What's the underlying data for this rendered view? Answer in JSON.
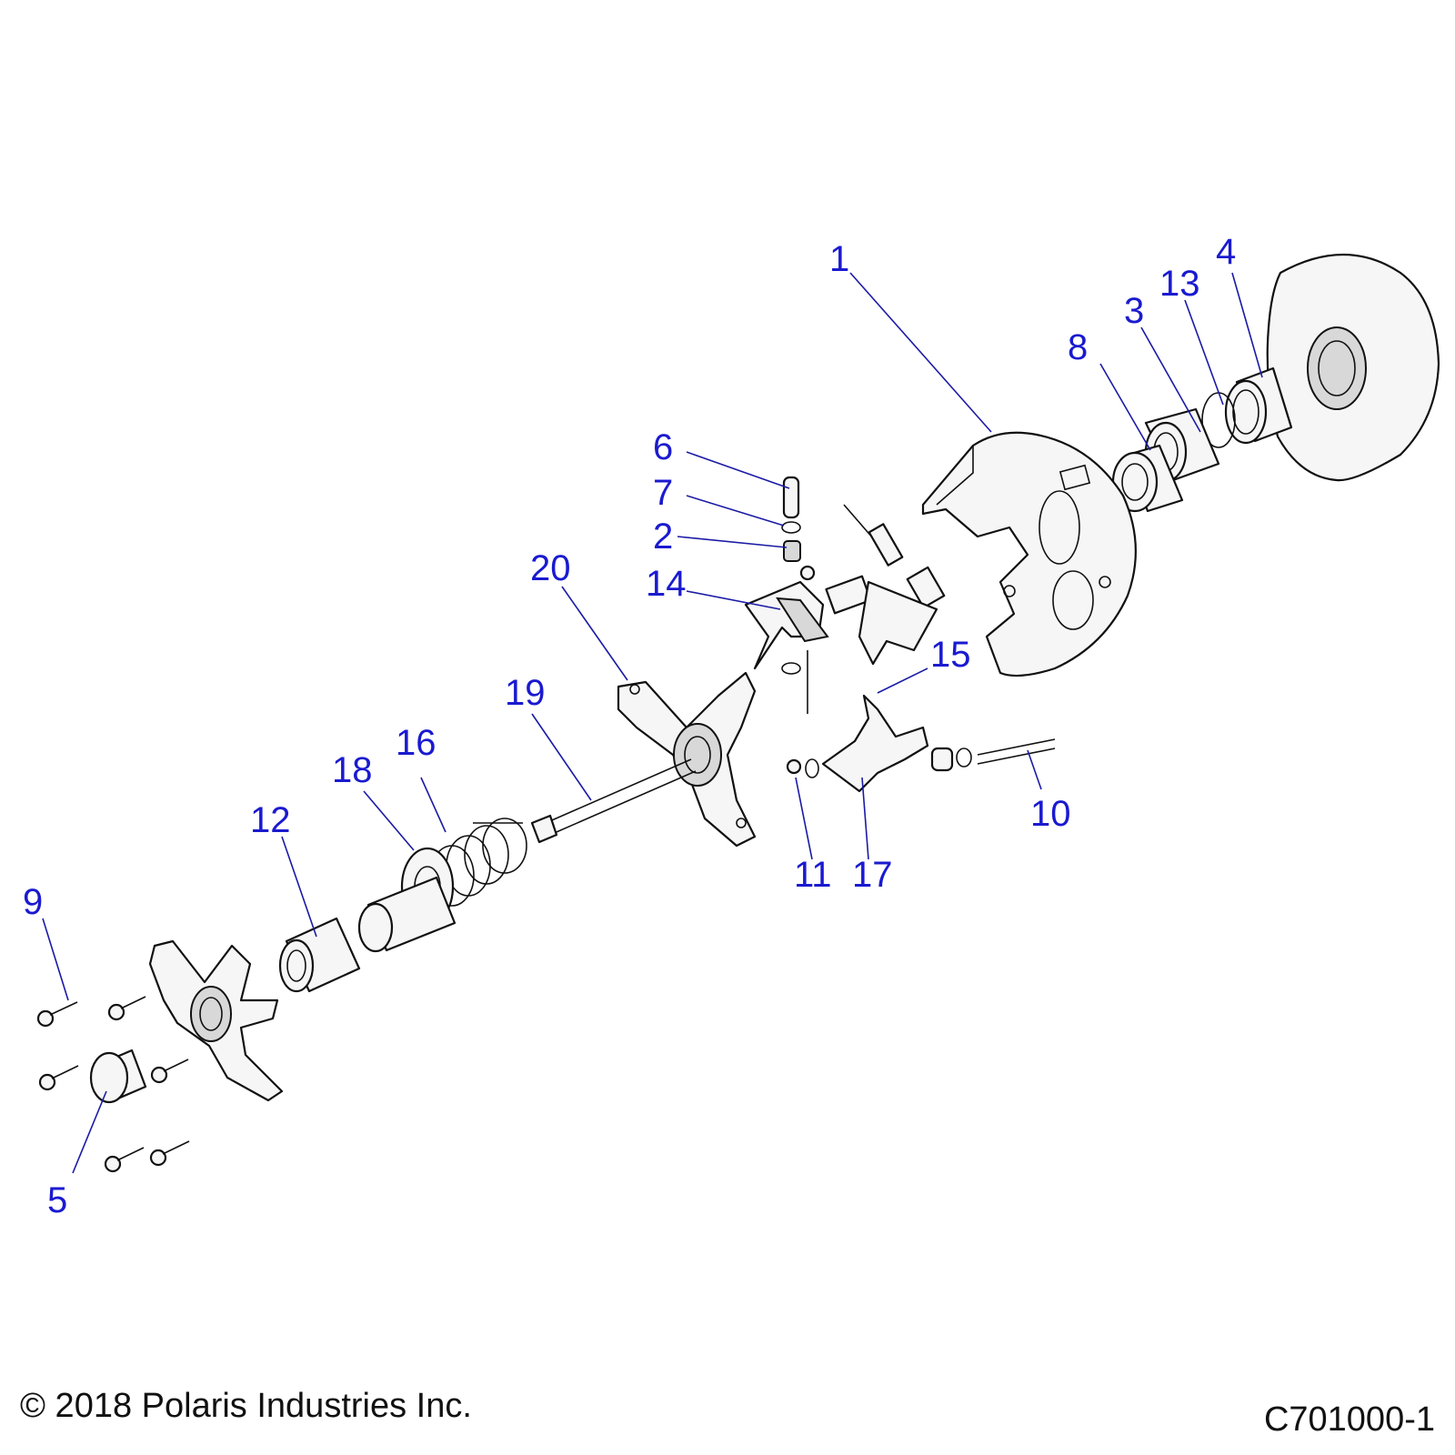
{
  "callouts": {
    "c1": "1",
    "c2": "2",
    "c3": "3",
    "c4": "4",
    "c5": "5",
    "c6": "6",
    "c7": "7",
    "c8": "8",
    "c9": "9",
    "c10": "10",
    "c11": "11",
    "c12": "12",
    "c13": "13",
    "c14": "14",
    "c15": "15",
    "c16": "16",
    "c17": "17",
    "c18": "18",
    "c19": "19",
    "c20": "20"
  },
  "footer": {
    "copyright": "© 2018 Polaris Industries Inc.",
    "drawing_id": "C701000-1"
  },
  "colors": {
    "callout": "#1a1ad0",
    "leader": "#1a1aa6",
    "line_art": "#111111"
  }
}
